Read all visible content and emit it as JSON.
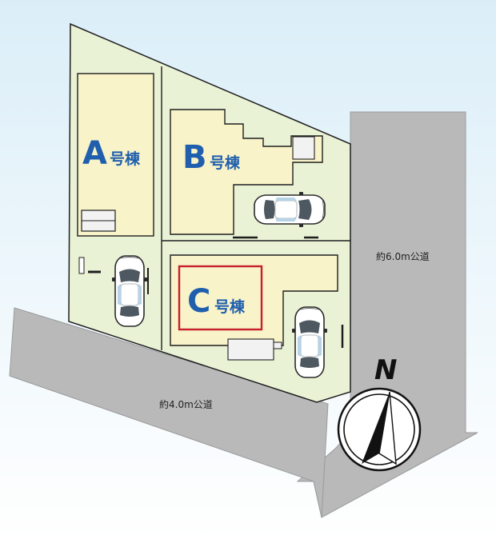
{
  "colors": {
    "sky_top": "#dbeef8",
    "sky_bottom": "#ffffff",
    "lot_fill": "#eaf2d6",
    "lot_stroke": "#1e1e1e",
    "house_fill": "#f8f3c9",
    "road_fill": "#b9b9b9",
    "lettering": "#1f5fae",
    "highlight": "#c8202a"
  },
  "lots": [
    {
      "id": "A",
      "letter": "A",
      "suffix": "号棟",
      "highlighted": false
    },
    {
      "id": "B",
      "letter": "B",
      "suffix": "号棟",
      "highlighted": false
    },
    {
      "id": "C",
      "letter": "C",
      "suffix": "号棟",
      "highlighted": true
    }
  ],
  "roads": {
    "east": {
      "label": "約6.0m公道"
    },
    "south": {
      "label": "約4.0m公道"
    }
  },
  "compass": {
    "letter": "N",
    "icon": "north-arrow-icon"
  },
  "icons": {
    "car": "car-icon",
    "parking": "parking-space-icon"
  }
}
